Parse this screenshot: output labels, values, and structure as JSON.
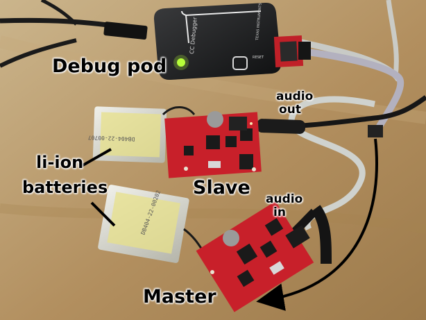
{
  "labels": {
    "debug_pod": "Debug pod",
    "audio_out_line1": "audio",
    "audio_out_line2": "out",
    "audio_in_line1": "audio",
    "audio_in_line2": "in",
    "li_ion": "li-ion",
    "batteries": "batteries",
    "slave": "Slave",
    "master": "Master"
  },
  "device_text": {
    "debugger_name": "CC Debugger",
    "vendor": "TEXAS INSTRUMENTS",
    "reset": "RESET",
    "battery_top_code": "DB404-22-00707",
    "battery_bottom_code": "DB404-22-00202"
  },
  "colors": {
    "desk": "#b89a6c",
    "board_red": "#c8202a",
    "pod_body": "#1e1f20",
    "led_green": "#b7ff3a",
    "cable_white": "#d6d8d4",
    "cable_black": "#151515",
    "battery_silver": "#d2d2c6",
    "battery_label": "#e7e08a"
  }
}
